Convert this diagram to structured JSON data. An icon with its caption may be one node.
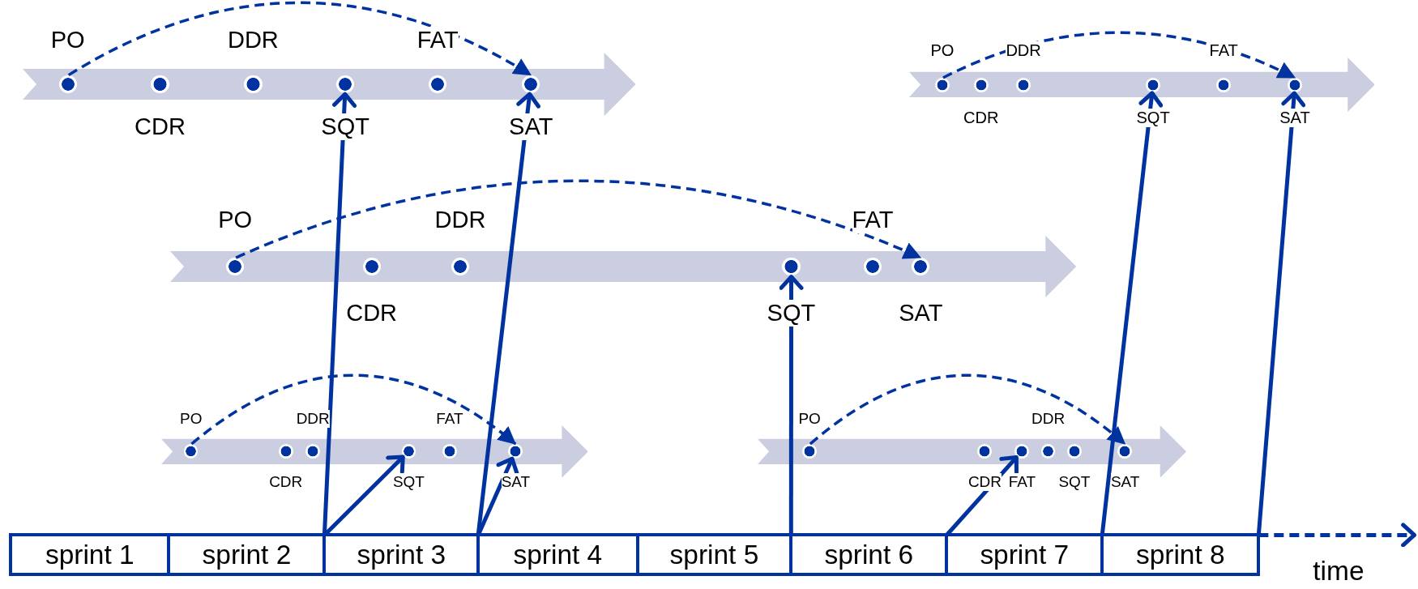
{
  "diagram": {
    "nodes": [
      {
        "text": [],
        "shape": "arrow"
      },
      {
        "text": [],
        "shape": "circle",
        "in": 0,
        "beside": [
          "PO"
        ]
      },
      {
        "text": [],
        "shape": "circle",
        "in": 0,
        "beside": [
          "CDR"
        ]
      },
      {
        "text": [],
        "shape": "circle",
        "in": 0,
        "beside": [
          "DDR"
        ]
      },
      {
        "text": [],
        "shape": "circle",
        "in": 0,
        "beside": [
          "SQT"
        ]
      },
      {
        "text": [],
        "shape": "circle",
        "in": 0,
        "beside": [
          "FAT"
        ]
      },
      {
        "text": [],
        "shape": "circle",
        "in": 0,
        "beside": [
          "SAT"
        ]
      },
      {
        "text": [],
        "shape": "arrow"
      },
      {
        "text": [],
        "shape": "circle",
        "in": 7,
        "beside": [
          "PO"
        ]
      },
      {
        "text": [],
        "shape": "circle",
        "in": 7,
        "beside": [
          "CDR"
        ]
      },
      {
        "text": [],
        "shape": "circle",
        "in": 7,
        "beside": [
          "DDR"
        ]
      },
      {
        "text": [],
        "shape": "circle",
        "in": 7,
        "beside": [
          "SQT"
        ]
      },
      {
        "text": [],
        "shape": "circle",
        "in": 7,
        "beside": [
          "FAT"
        ]
      },
      {
        "text": [],
        "shape": "circle",
        "in": 7,
        "beside": [
          "SAT"
        ]
      },
      {
        "text": [],
        "shape": "arrow"
      },
      {
        "text": [],
        "shape": "circle",
        "in": 14,
        "beside": [
          "PO"
        ]
      },
      {
        "text": [],
        "shape": "circle",
        "in": 14,
        "beside": [
          "CDR"
        ]
      },
      {
        "text": [],
        "shape": "circle",
        "in": 14,
        "beside": [
          "DDR"
        ]
      },
      {
        "text": [],
        "shape": "circle",
        "in": 14,
        "beside": [
          "SQT"
        ]
      },
      {
        "text": [],
        "shape": "circle",
        "in": 14,
        "beside": [
          "FAT"
        ]
      },
      {
        "text": [],
        "shape": "circle",
        "in": 14,
        "beside": [
          "SAT"
        ]
      },
      {
        "text": [],
        "shape": "arrow"
      },
      {
        "text": [],
        "shape": "circle",
        "in": 21,
        "beside": [
          "PO"
        ]
      },
      {
        "text": [],
        "shape": "circle",
        "in": 21,
        "beside": [
          "CDR"
        ]
      },
      {
        "text": [],
        "shape": "circle",
        "in": 21,
        "beside": [
          "DDR"
        ]
      },
      {
        "text": [],
        "shape": "circle",
        "in": 21,
        "beside": [
          "SQT"
        ]
      },
      {
        "text": [],
        "shape": "circle",
        "in": 21,
        "beside": [
          "FAT"
        ]
      },
      {
        "text": [],
        "shape": "circle",
        "in": 21,
        "beside": [
          "SAT"
        ]
      },
      {
        "text": [],
        "shape": "arrow"
      },
      {
        "text": [],
        "shape": "circle",
        "in": 28,
        "beside": [
          "PO"
        ]
      },
      {
        "text": [],
        "shape": "circle",
        "in": 28,
        "beside": [
          "CDR"
        ]
      },
      {
        "text": [],
        "shape": "circle",
        "in": 28,
        "beside": [
          "FAT"
        ]
      },
      {
        "text": [],
        "shape": "circle",
        "in": 28,
        "beside": [
          "DDR"
        ]
      },
      {
        "text": [],
        "shape": "circle",
        "in": 28,
        "beside": [
          "SQT"
        ]
      },
      {
        "text": [],
        "shape": "circle",
        "in": 28,
        "beside": [
          "SAT"
        ]
      },
      {
        "text": [
          "sprint 1"
        ]
      },
      {
        "text": [
          "sprint 2"
        ]
      },
      {
        "text": [
          "sprint 3"
        ]
      },
      {
        "text": [
          "sprint 4"
        ]
      },
      {
        "text": [
          "sprint 5"
        ]
      },
      {
        "text": [
          "sprint 6"
        ]
      },
      {
        "text": [
          "sprint 7"
        ]
      },
      {
        "text": [
          "sprint 8"
        ]
      }
    ],
    "edges": [
      {
        "from": 1,
        "to": 6,
        "arrow": "to",
        "style": "dashed"
      },
      {
        "from": 8,
        "to": 13,
        "arrow": "to",
        "style": "dashed"
      },
      {
        "from": 15,
        "to": 20,
        "arrow": "to",
        "style": "dashed"
      },
      {
        "from": 22,
        "to": 27,
        "arrow": "to",
        "style": "dashed"
      },
      {
        "from": 29,
        "to": 34,
        "arrow": "to",
        "style": "dashed"
      },
      {
        "from": 36,
        "to": 4,
        "arrow": "to"
      },
      {
        "from": 36,
        "to": 25,
        "arrow": "to"
      },
      {
        "from": 37,
        "to": 6,
        "arrow": "to"
      },
      {
        "from": 37,
        "to": 27,
        "arrow": "to"
      },
      {
        "from": 39,
        "to": 18,
        "arrow": "to"
      },
      {
        "from": 40,
        "to": 31,
        "arrow": "to"
      },
      {
        "from": 41,
        "to": 11,
        "arrow": "to"
      },
      {
        "from": 42,
        "to": 13,
        "arrow": "to"
      },
      {
        "from": 42,
        "to": null,
        "arrow": "to",
        "style": "dashed"
      }
    ],
    "labels": [
      "time"
    ]
  }
}
